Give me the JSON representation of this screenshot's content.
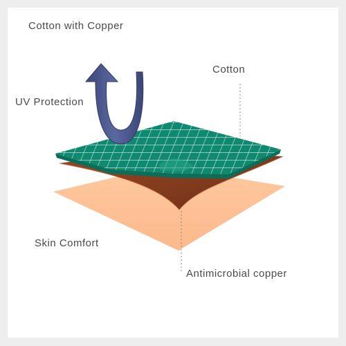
{
  "diagram": {
    "title": "Cotton with Copper",
    "labels": {
      "uv_protection": "UV Protection",
      "cotton": "Cotton",
      "skin_comfort": "Skin Comfort",
      "antimicrobial_copper": "Antimicrobial copper"
    },
    "layers": [
      {
        "name": "Cotton",
        "color": "#0f8a70"
      },
      {
        "name": "Antimicrobial copper",
        "color": "#8a3f1f"
      },
      {
        "name": "Skin Comfort",
        "color": "#fcc296"
      }
    ],
    "colors": {
      "uv_arrow": "#4d5a8f",
      "grid_lines": "#dff2ec",
      "leader_lines": "#8a8a8a",
      "text": "#4a4a4a"
    },
    "icons": [
      "curved-arrow-icon"
    ]
  }
}
